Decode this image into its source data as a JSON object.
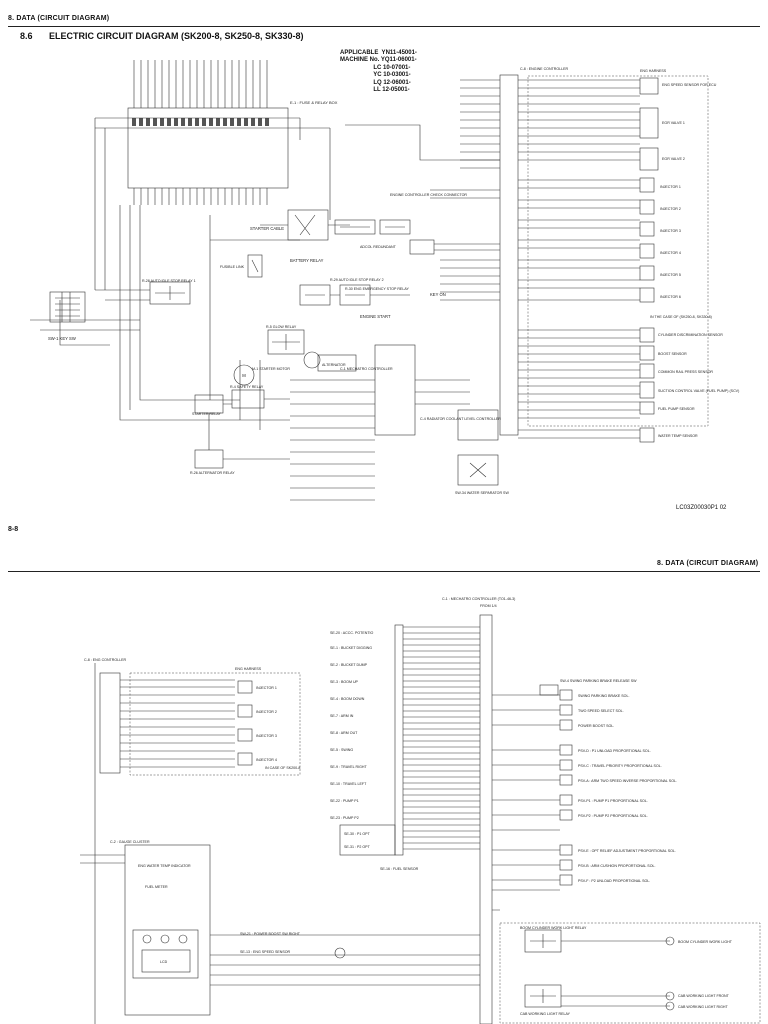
{
  "top_page": {
    "header": "8. DATA (CIRCUIT DIAGRAM)",
    "section_number": "8.6",
    "section_title": "ELECTRIC CIRCUIT DIAGRAM (SK200-8, SK250-8, SK330-8)",
    "applicable": "APPLICABLE  YN11-45001-\nMACHINE No. YQ11-06001-\n                    LC 10-07001-\n                    YC 10-03001-\n                    LQ 12-06001-\n                    LL 12-05001-",
    "page_number": "8-8",
    "drawing_code": "LC03Z00030P1 02",
    "labels": {
      "engine_controller": "C-8 : ENGINE CONTROLLER",
      "eng_harness": "ENG HARNESS",
      "fuse_relay_box": "E-1 : FUSE & RELAY BOX",
      "starter_cable": "STARTER CABLE",
      "battery_relay": "BATTERY RELAY",
      "fusible_link": "FUSIBLE LINK",
      "auto_idle_stop_relay": "R-28 AUTO IDLE STOP RELAY 1",
      "auto_idle_stop_relay2": "R-29 AUTO IDLE STOP RELAY 2",
      "eng_emergency_stop_relay": "R-30 ENG EMERGENCY STOP RELAY",
      "key_sw": "SW-1 KEY SW",
      "glow_relay": "R-5 GLOW RELAY",
      "starter_motor": "M-1 STARTER MOTOR",
      "safety_relay": "R-4 SAFETY RELAY",
      "starter_relay": "STARTER RELAY",
      "alternator": "ALTERNATOR",
      "alternator_relay": "R-26 ALTERNATOR RELAY",
      "check_connector": "ENGINE CONTROLLER CHECK CONNECTOR",
      "adcol_resistance": "ADCOL REDUNDANT",
      "mechatro_controller": "C-1 MECHATRO CONTROLLER",
      "radiator_coolant": "C-4 RADIATOR COOLANT LEVEL CONTROLLER",
      "water_separator": "SW-34 WATER SEPARATOR SW",
      "key_on": "KEY ON",
      "engine_start": "ENGINE START",
      "injectors": [
        "INJECTOR 1",
        "INJECTOR 2",
        "INJECTOR 3",
        "INJECTOR 4",
        "INJECTOR 5",
        "INJECTOR 6"
      ],
      "sensors": [
        "ENG SPEED SENSOR FOR ECU",
        "EGR VALVE 1",
        "EGR VALVE 2",
        "BOOST SENSOR",
        "COMMON RAIL PRESS SENSOR",
        "SUCTION CONTROL VALVE (FUEL PUMP) (SCV)",
        "FUEL PUMP SENSOR",
        "WATER TEMP SENSOR"
      ],
      "cylinder_disc": "CYLINDER DISCRIMINATION SENSOR",
      "in_case": "IN THE CASE OF (SK250-8, SK330-8)"
    }
  },
  "bottom_page": {
    "header": "8. DATA (CIRCUIT DIAGRAM)",
    "labels": {
      "mechatro": "C-1 : MECHATRO CONTROLLER (TO1-46-3)",
      "from": "FROM 1/4",
      "eng_controller": "C-8 : ENG CONTROLLER",
      "eng_harness": "ENG HARNESS",
      "injectors": [
        "INJECTOR 1",
        "INJECTOR 2",
        "INJECTOR 3",
        "INJECTOR 4"
      ],
      "in_case": "IN CASE OF SK200-8",
      "gauge_cluster": "C-2 : GAUGE CLUSTER",
      "water_temp": "ENG WATER TEMP INDICATOR",
      "fuel_meter": "FUEL METER",
      "lcd": "LCD",
      "power_boost": "SW-21 : POWER BOOST SW RIGHT",
      "eng_speed": "SE-13 : ENG SPEED SENSOR",
      "fuel_sensor": "SE-16 : FUEL SENSOR",
      "boom_light": "BOOM CYLINDER WORK LIGHT RELAY",
      "cab_light": "CAB WORKING LIGHT RELAY",
      "boom_light_out": "BOOM CYLINDER WORK LIGHT",
      "cab_light_out1": "CAB WORKING LIGHT FRONT",
      "cab_light_out2": "CAB WORKING LIGHT RIGHT",
      "pilot_sensors": [
        "SE-20 : ACCC. POTENTIO",
        "SE-1 : BUCKET DIGGING",
        "SE-2 : BUCKET DUMP",
        "SE-3 : BOOM UP",
        "SE-4 : BOOM DOWN",
        "SE-7 : ARM IN",
        "SE-8 : ARM OUT",
        "SE-5 : SWING",
        "SE-9 : TRAVEL RIGHT",
        "SE-10 : TRAVEL LEFT",
        "SE-22 : PUMP P1",
        "SE-23 : PUMP P2",
        "SE-30 : P1 OPT",
        "SE-31 : P2 OPT"
      ],
      "solenoids": [
        "SWING PARKING BRAKE SOL.",
        "TWO SPEED SELECT SOL.",
        "POWER BOOST SOL.",
        "PSV-D : P1 UNLOAD PROPORTIONAL SOL.",
        "PSV-C : TRAVEL PRIORITY PROPORTIONAL SOL.",
        "PSV-A : ARM TWO SPEED INVERSE PROPORTIONAL SOL.",
        "PSV-P1 : PUMP P1 PROPORTIONAL SOL.",
        "PSV-P2 : PUMP P2 PROPORTIONAL SOL.",
        "PSV-E : OPT RELIEF ADJUSTMENT PROPORTIONAL SOL.",
        "PSV-B : ARM CUSHION PROPORTIONAL SOL.",
        "PSV-F : P2 UNLOAD PROPORTIONAL SOL."
      ],
      "swing_parking_sw": "SW-4 SWING PARKING BRAKE RELEASE SW"
    }
  }
}
